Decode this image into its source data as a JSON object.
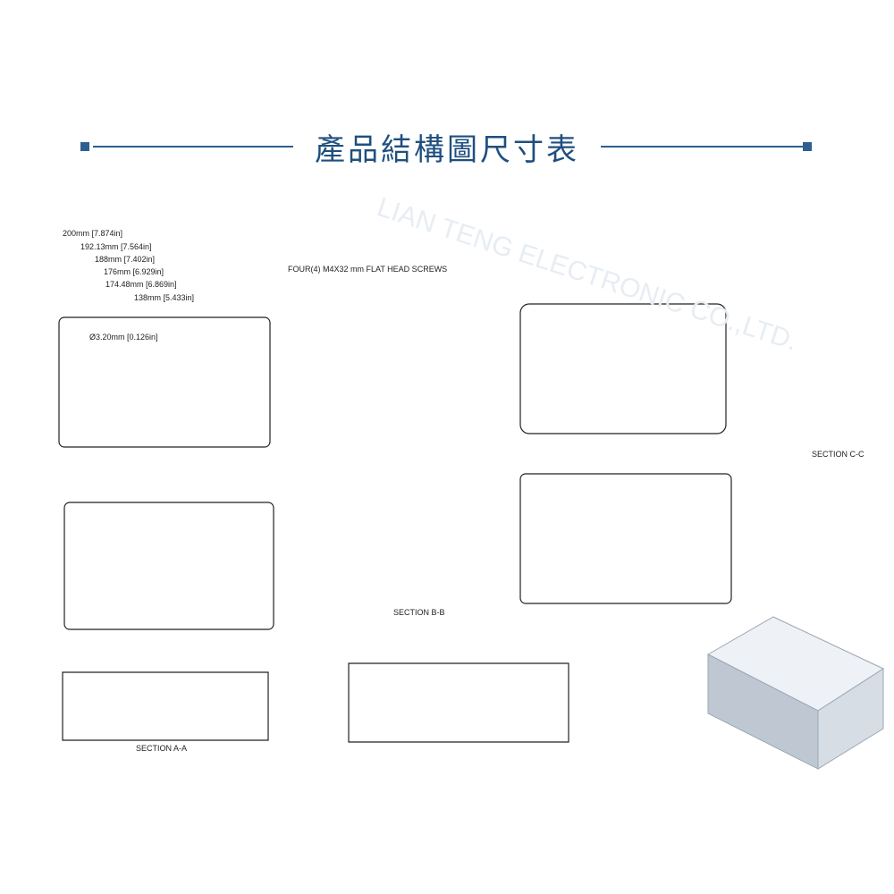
{
  "header": {
    "title": "產品結構圖尺寸表"
  },
  "labels": {
    "top_dims": [
      "200mm [7.874in]",
      "192.13mm [7.564in]",
      "188mm [7.402in]",
      "176mm [6.929in]",
      "174.48mm [6.869in]",
      "138mm [5.433in]"
    ],
    "screws": "FOUR(4) M4X32 mm\nFLAT HEAD SCREWS",
    "hole": "Ø3.20mm [0.126in]",
    "section_a": "SECTION A-A",
    "section_b": "SECTION B-B",
    "section_c": "SECTION C-C",
    "brand": "LIAN TENG ELECTRONIC CO.,LTD."
  }
}
